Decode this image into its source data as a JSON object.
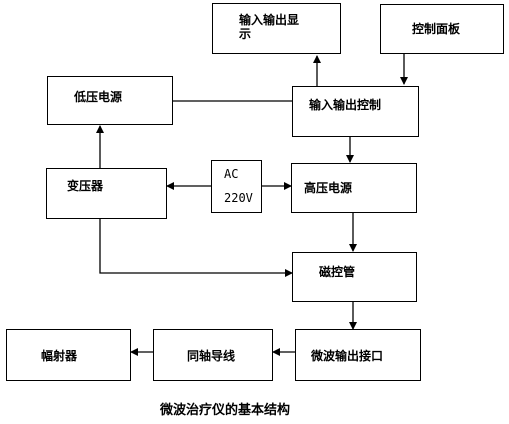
{
  "diagram": {
    "nodes": {
      "io_display": "输入输出显示",
      "control_panel": "控制面板",
      "low_voltage": "低压电源",
      "io_control": "输入输出控制",
      "transformer": "变压器",
      "ac_line1": "AC",
      "ac_line2": "220V",
      "high_voltage": "高压电源",
      "magnetron": "磁控管",
      "radiator": "幅射器",
      "coax": "同轴导线",
      "mw_interface": "微波输出接口"
    },
    "caption": "微波治疗仪的基本结构",
    "edges": [
      {
        "from": "io_control",
        "to": "io_display"
      },
      {
        "from": "control_panel",
        "to": "io_control"
      },
      {
        "from": "low_voltage",
        "to": "io_control"
      },
      {
        "from": "io_control",
        "to": "high_voltage"
      },
      {
        "from": "ac",
        "to": "transformer"
      },
      {
        "from": "transformer",
        "to": "low_voltage"
      },
      {
        "from": "ac",
        "to": "high_voltage"
      },
      {
        "from": "high_voltage",
        "to": "magnetron"
      },
      {
        "from": "transformer",
        "to": "magnetron"
      },
      {
        "from": "magnetron",
        "to": "mw_interface"
      },
      {
        "from": "mw_interface",
        "to": "coax"
      },
      {
        "from": "coax",
        "to": "radiator"
      }
    ]
  }
}
